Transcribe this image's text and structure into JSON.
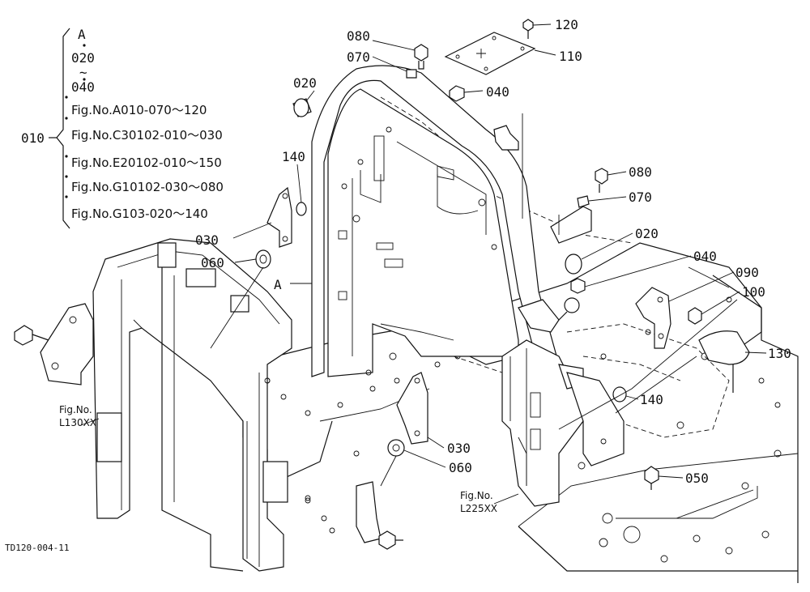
{
  "diagram": {
    "drawing_code": "TD120-004-11",
    "group_label": "010",
    "group_items": [
      "A",
      "020",
      "~",
      "040",
      "Fig.No.A010-070～120",
      "Fig.No.C30102-010～030",
      "Fig.No.E20102-010～150",
      "Fig.No.G10102-030～080",
      "Fig.No.G103-020～140"
    ],
    "callouts": [
      {
        "id": "c080a",
        "text": "080"
      },
      {
        "id": "c070a",
        "text": "070"
      },
      {
        "id": "c020a",
        "text": "020"
      },
      {
        "id": "c120",
        "text": "120"
      },
      {
        "id": "c110",
        "text": "110"
      },
      {
        "id": "c040a",
        "text": "040"
      },
      {
        "id": "c140a",
        "text": "140"
      },
      {
        "id": "c030a",
        "text": "030"
      },
      {
        "id": "c060a",
        "text": "060"
      },
      {
        "id": "cA",
        "text": "A"
      },
      {
        "id": "c080b",
        "text": "080"
      },
      {
        "id": "c070b",
        "text": "070"
      },
      {
        "id": "c020b",
        "text": "020"
      },
      {
        "id": "c040b",
        "text": "040"
      },
      {
        "id": "c090",
        "text": "090"
      },
      {
        "id": "c100",
        "text": "100"
      },
      {
        "id": "c130",
        "text": "130"
      },
      {
        "id": "c140b",
        "text": "140"
      },
      {
        "id": "c030b",
        "text": "030"
      },
      {
        "id": "c060b",
        "text": "060"
      },
      {
        "id": "c050",
        "text": "050"
      }
    ],
    "fig_refs": [
      {
        "id": "ref-l130",
        "line1": "Fig.No.",
        "line2": "L130XX"
      },
      {
        "id": "ref-l225",
        "line1": "Fig.No.",
        "line2": "L225XX"
      }
    ]
  }
}
